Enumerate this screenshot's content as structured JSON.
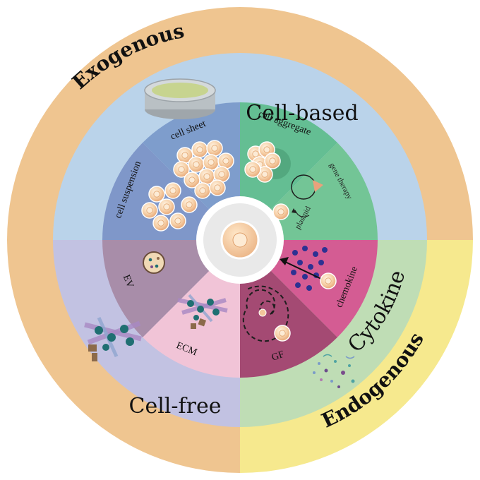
{
  "outer": {
    "exogenous": "Exogenous",
    "endogenous": "Endogenous"
  },
  "categories": {
    "cell_based": "Cell-based",
    "cell_free": "Cell-free",
    "cytokine": "Cytokine"
  },
  "segments": {
    "cell_sheet": "cell sheet",
    "cell_aggregate": "cell aggregate",
    "gene_therapy": "gene therapy",
    "cell_suspension": "cell suspension",
    "chemokine": "chemokine",
    "gf": "GF",
    "ecm": "ECM",
    "ev": "EV"
  },
  "annotations": {
    "plasmid": "plasmid"
  },
  "colors": {
    "exogenous_ring": "#EFC590",
    "endogenous_ring": "#F6E98E",
    "cell_based_bg": "#BAD3EA",
    "cell_free_bg": "#C2C2E2",
    "cytokine_bg": "#BFDDB5",
    "cell_sheet": "#7E9DCC",
    "cell_suspension": "#7F97C9",
    "cell_aggregate": "#64BE93",
    "gene_therapy": "#73C596",
    "chemokine": "#D45C93",
    "gf": "#A44A73",
    "ecm": "#F1C4D7",
    "ev": "#A88DA9",
    "cell": "#F3C69B"
  }
}
